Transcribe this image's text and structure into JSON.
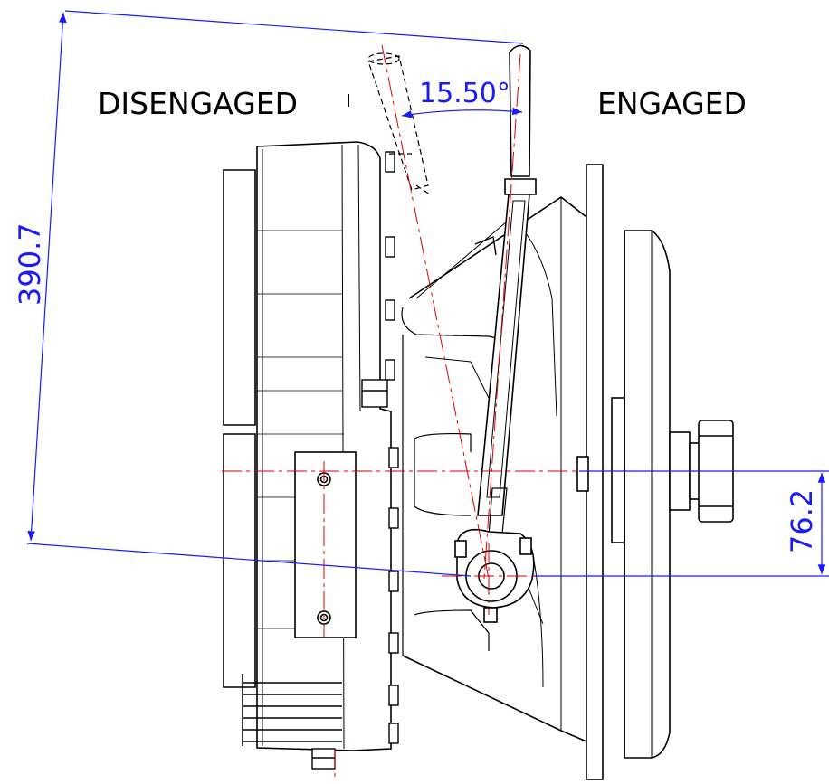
{
  "labels": {
    "disengaged": "DISENGAGED",
    "engaged": "ENGAGED"
  },
  "dimensions": {
    "angle": "15.50°",
    "overall": "390.7",
    "offset": "76.2"
  },
  "colors": {
    "line": "#000000",
    "dimension": "#1a1aff",
    "centerline": "#e00000",
    "background": "#ffffff"
  }
}
